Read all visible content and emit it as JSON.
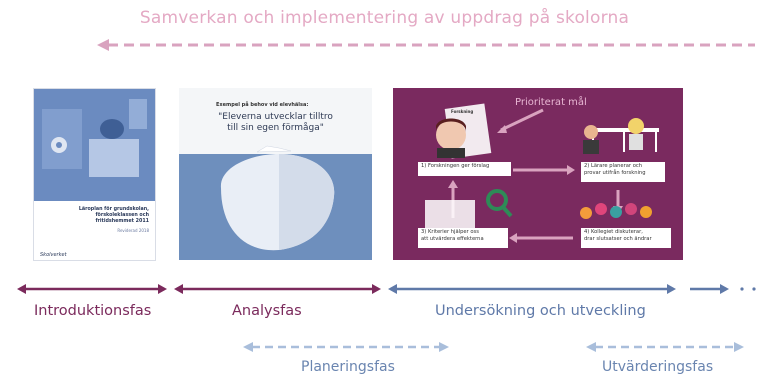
{
  "header": {
    "title": "Samverkan och implementering av uppdrag på skolorna"
  },
  "slide1": {
    "title": "Läroplan för grundskolan, förskoleklassen och fritidshemmet 2011",
    "subtitle": "Reviderad 2018",
    "publisher": "Skolverket"
  },
  "slide2": {
    "label": "Exempel på behov vid elevhälsa:",
    "quote_line1": "\"Eleverna utvecklar tilltro",
    "quote_line2": "till sin egen förmåga\""
  },
  "slide3": {
    "goal": "Prioriterat mål",
    "research_tag": "Forskning",
    "steps": [
      {
        "line1": "1) Forskningen ger förslag",
        "line2": ""
      },
      {
        "line1": "2) Lärare planerar och",
        "line2": "provar utifrån forskning"
      },
      {
        "line1": "3) Kriterier hjälper oss",
        "line2": "att utvärdera effekterna"
      },
      {
        "line1": "4) Kollegiet diskuterar,",
        "line2": "drar slutsatser och ändrar"
      }
    ]
  },
  "phases": {
    "intro": "Introduktionsfas",
    "analysis": "Analysfas",
    "investigation": "Undersökning och utveckling",
    "planning": "Planeringsfas",
    "evaluation": "Utvärderingsfas"
  },
  "colors": {
    "pink_dash": "#d9a3bf",
    "plum": "#7b2a5c",
    "blue": "#5f79a8",
    "light_blue_dash": "#a9bedb"
  }
}
